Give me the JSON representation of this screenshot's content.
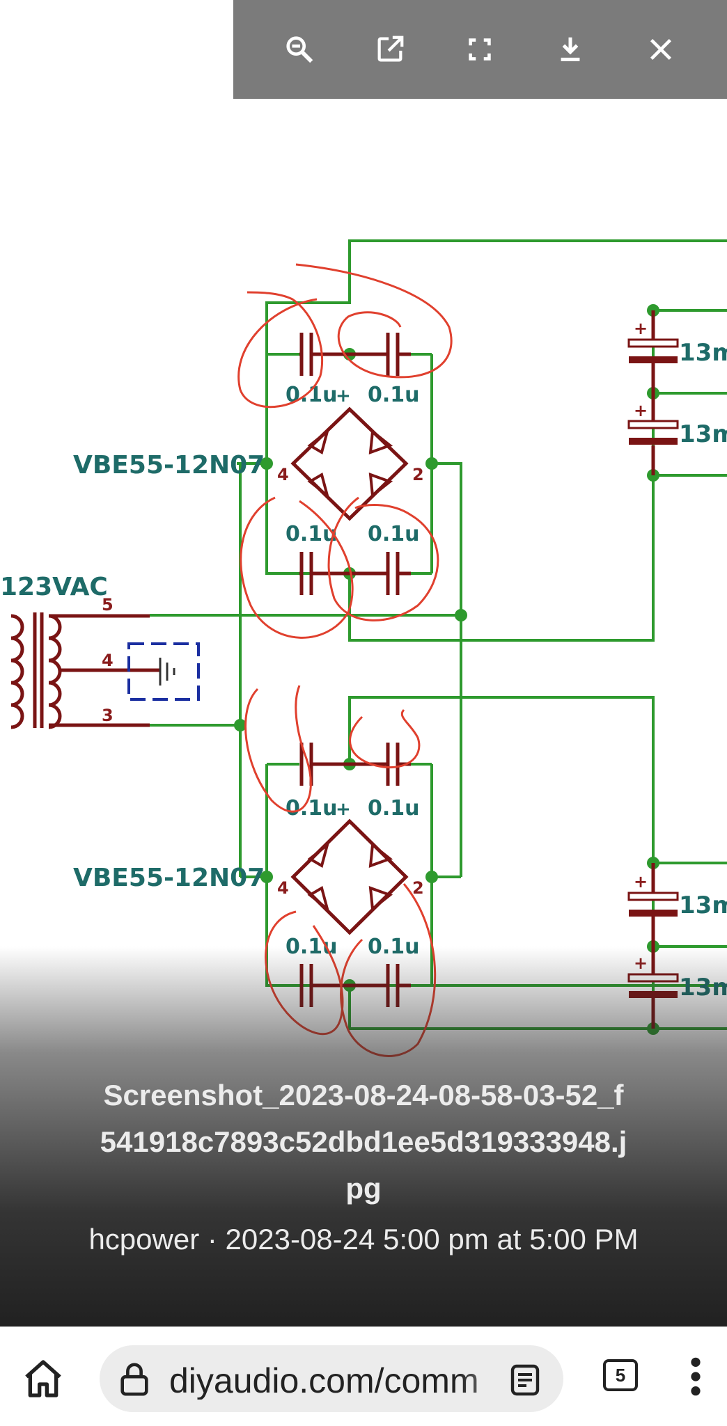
{
  "toolbar": {
    "buttons": [
      {
        "name": "zoom-out",
        "icon": "zoom-out-icon"
      },
      {
        "name": "open-external",
        "icon": "open-in-new-icon"
      },
      {
        "name": "fullscreen",
        "icon": "fullscreen-icon"
      },
      {
        "name": "download",
        "icon": "download-icon"
      },
      {
        "name": "close",
        "icon": "close-icon"
      }
    ],
    "background": "#7b7b7b"
  },
  "schematic": {
    "rectifier_label": "VBE55-12N07",
    "transformer_label": "123VAC",
    "pins": {
      "top": "5",
      "mid": "4",
      "bottom": "3",
      "bridge_left": "4",
      "bridge_right": "2"
    },
    "cap_value": "0.1u",
    "polarity_mark": "+",
    "bulk_cap_label": "13m",
    "colors": {
      "wire": "#2e9a2e",
      "component": "#7a1414",
      "text": "#1e6b68",
      "annotation": "#e0402e"
    }
  },
  "caption": {
    "filename": "Screenshot_2023-08-24-08-58-03-52_f541918c7893c52dbd1ee5d319333948.jpg",
    "meta": "hcpower · 2023-08-24 5:00 pm at 5:00 PM"
  },
  "browser": {
    "url": "diyaudio.com/comm",
    "tab_count": "5",
    "icons": [
      "home-icon",
      "lock-icon",
      "reader-mode-icon",
      "tabs-icon",
      "more-vert-icon"
    ]
  }
}
